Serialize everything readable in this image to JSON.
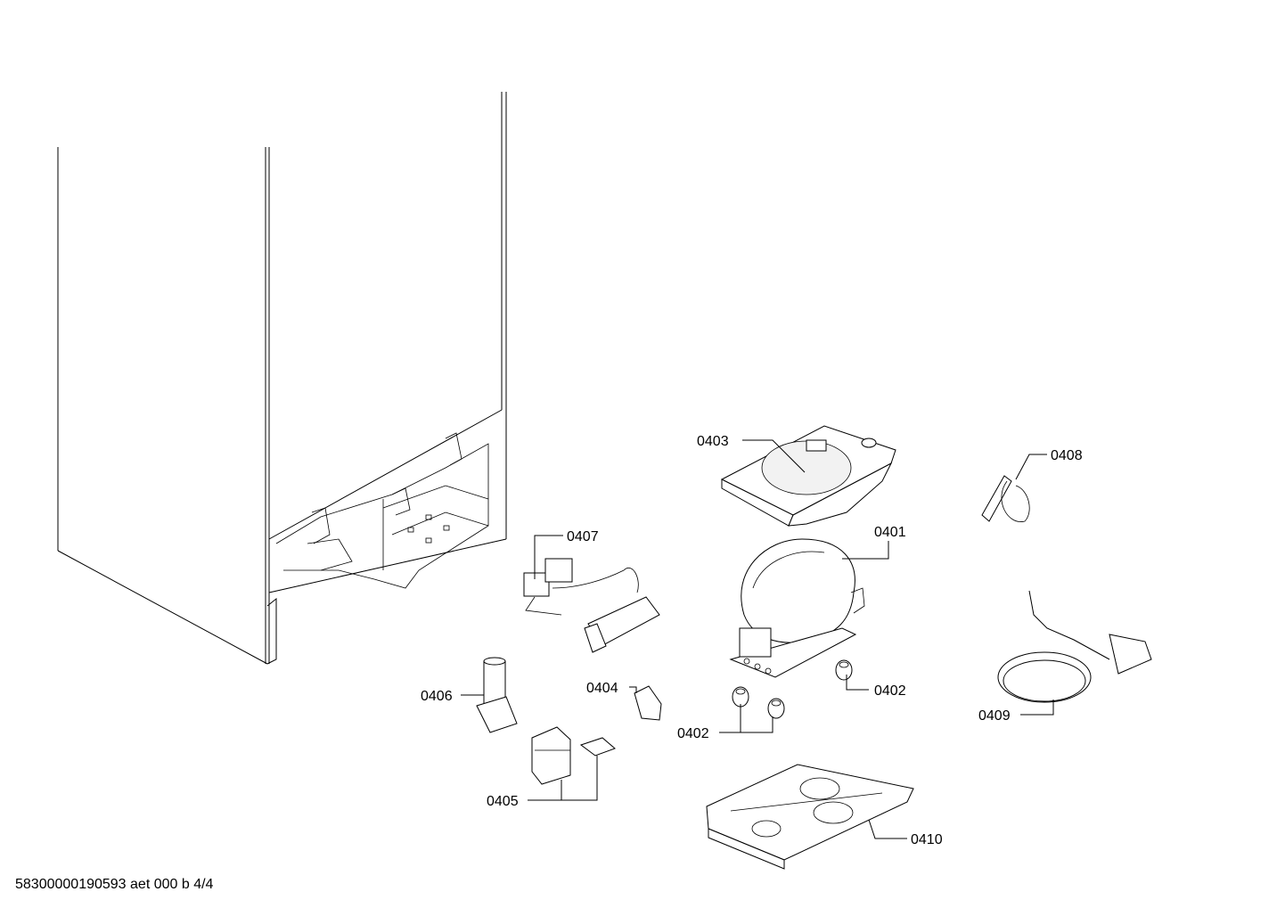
{
  "callouts": {
    "p0401": "0401",
    "p0402a": "0402",
    "p0402b": "0402",
    "p0403": "0403",
    "p0404": "0404",
    "p0405": "0405",
    "p0406": "0406",
    "p0407": "0407",
    "p0408": "0408",
    "p0409": "0409",
    "p0410": "0410"
  },
  "footer": {
    "code": "58300000190593 aet 000 b 4/4"
  }
}
